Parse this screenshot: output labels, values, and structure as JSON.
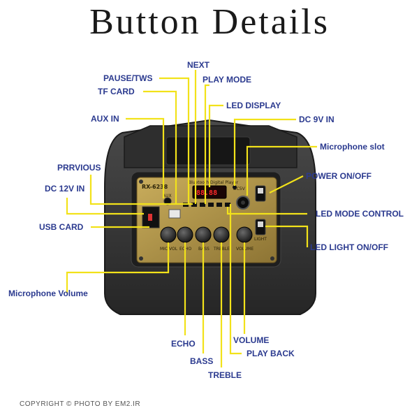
{
  "title": "Button Details",
  "copyright": "COPYRIGHT © PHOTO BY EM2.IR",
  "device": {
    "model": "RX-6238",
    "player_name": "Bluetooth Digital Player",
    "display": "88.88",
    "panel_labels": {
      "mic_vol": "MIC.VOL",
      "echo": "ECHO",
      "bass": "BASS",
      "treble": "TREBLE",
      "volume": "VOLUME",
      "aux": "AUX",
      "dc": "DC5V",
      "light": "LIGHT"
    }
  },
  "labels": {
    "next": "NEXT",
    "pause_tws": "PAUSE/TWS",
    "play_mode": "PLAY MODE",
    "tf_card": "TF CARD",
    "led_display": "LED DISPLAY",
    "aux_in": "AUX IN",
    "dc_9v_in": "DC 9V IN",
    "microphone_slot": "Microphone slot",
    "prrvious": "PRRVIOUS",
    "power_on_off": "POWER ON/OFF",
    "dc_12v_in": "DC 12V IN",
    "led_mode_control": "LED MODE CONTROL",
    "usb_card": "USB CARD",
    "led_light_on_off": "LED LIGHT ON/OFF",
    "microphone_volume": "Microphone Volume",
    "echo": "ECHO",
    "volume": "VOLUME",
    "bass": "BASS",
    "play_back": "PLAY BACK",
    "treble": "TREBLE"
  },
  "colors": {
    "label_text": "#2b3a8f",
    "leader_line": "#f2e21a",
    "speaker_body": "#3a3a3a",
    "panel_gold": "#b89a4a"
  }
}
